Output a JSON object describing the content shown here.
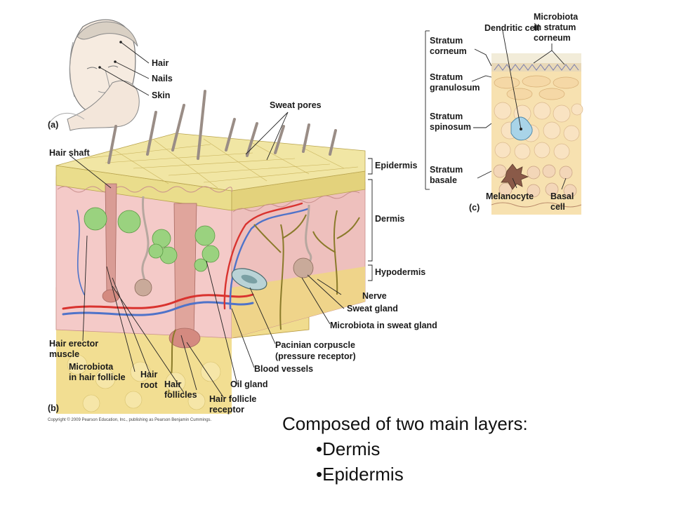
{
  "panel_a": {
    "tag": "(a)",
    "labels": {
      "hair": "Hair",
      "nails": "Nails",
      "skin": "Skin"
    }
  },
  "panel_b": {
    "tag": "(b)",
    "labels": {
      "sweat_pores": "Sweat pores",
      "hair_shaft": "Hair shaft",
      "epidermis": "Epidermis",
      "dermis": "Dermis",
      "hypodermis": "Hypodermis",
      "nerve": "Nerve",
      "sweat_gland": "Sweat gland",
      "microbiota_sweat": "Microbiota in sweat gland",
      "pacinian_1": "Pacinian corpuscle",
      "pacinian_2": "(pressure receptor)",
      "blood_vessels": "Blood vessels",
      "oil_gland": "Oil gland",
      "hair_erector_1": "Hair erector",
      "hair_erector_2": "muscle",
      "microbiota_follicle_1": "Microbiota",
      "microbiota_follicle_2": "in hair follicle",
      "hair_root_1": "Hair",
      "hair_root_2": "root",
      "hair_follicles_1": "Hair",
      "hair_follicles_2": "follicles",
      "hair_follicle_receptor_1": "Hair follicle",
      "hair_follicle_receptor_2": "receptor"
    },
    "copyright": "Copyright © 2009 Pearson Education, Inc., publishing as Pearson Benjamin Cummings."
  },
  "panel_c": {
    "tag": "(c)",
    "labels": {
      "dendritic_cell": "Dendritic cell",
      "microbiota_sc_1": "Microbiota",
      "microbiota_sc_2": "in stratum",
      "microbiota_sc_3": "corneum",
      "stratum_corneum_1": "Stratum",
      "stratum_corneum_2": "corneum",
      "stratum_granulosum_1": "Stratum",
      "stratum_granulosum_2": "granulosum",
      "stratum_spinosum_1": "Stratum",
      "stratum_spinosum_2": "spinosum",
      "stratum_basale_1": "Stratum",
      "stratum_basale_2": "basale",
      "melanocyte": "Melanocyte",
      "basal_cell_1": "Basal",
      "basal_cell_2": "cell"
    }
  },
  "caption": {
    "heading": "Composed of two main layers:",
    "bullets": [
      "•Dermis",
      "•Epidermis"
    ]
  },
  "colors": {
    "epidermis_top": "#e8dc86",
    "dermis": "#f2c6c4",
    "dermis_dark": "#e6a9a8",
    "hypodermis": "#eed98a",
    "artery": "#d9332f",
    "vein": "#4f73c9",
    "gland_green": "#8fcf78",
    "nerve": "#8a7a2a"
  }
}
